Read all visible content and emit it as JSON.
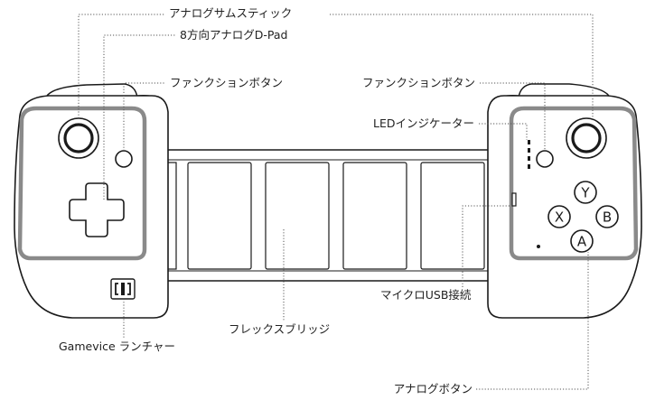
{
  "labels": {
    "analog_thumbstick": "アナログサムスティック",
    "dpad": "8方向アナログD-Pad",
    "function_button_left": "ファンクションボタン",
    "function_button_right": "ファンクションボタン",
    "led_indicator": "LEDインジケーター",
    "micro_usb": "マイクロUSB接続",
    "flex_bridge": "フレックスブリッジ",
    "launcher": "Gamevice ランチャー",
    "analog_buttons": "アナログボタン"
  },
  "face_buttons": {
    "y": "Y",
    "x": "X",
    "b": "B",
    "a": "A"
  },
  "colors": {
    "outline": "#1a1a1a",
    "grip_band": "#8a8a8a",
    "leader": "#555555",
    "background": "#ffffff"
  }
}
